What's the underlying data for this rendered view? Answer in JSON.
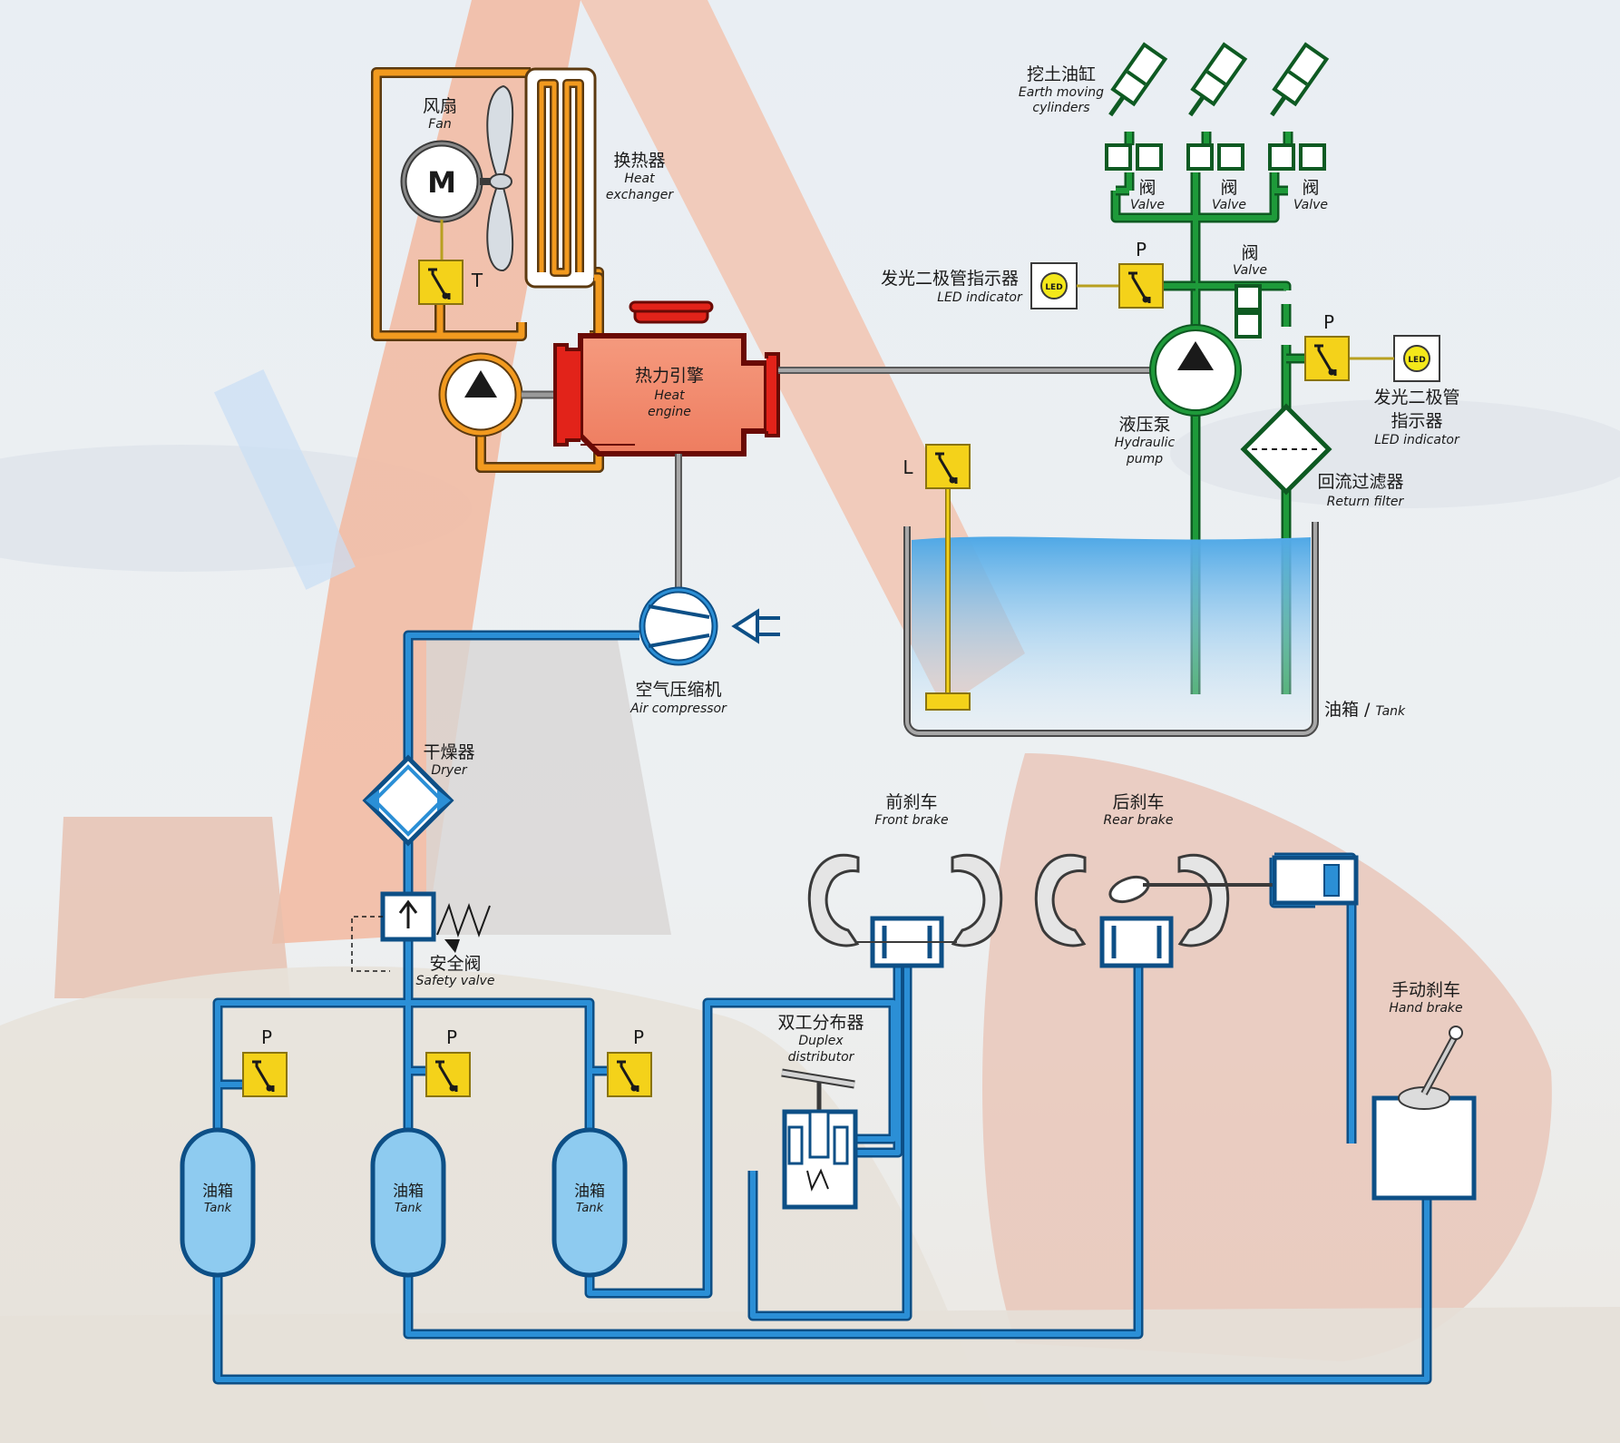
{
  "colors": {
    "orange": "#f29a1f",
    "blue": "#2b8fd6",
    "green": "#1e9a3a",
    "red": "#e2231a",
    "engine_fill": "#f08a6f",
    "gray": "#8a8a8a",
    "yellow": "#f4d21a",
    "tank_fill": "#8ecbf0",
    "water": "#5aaee6"
  },
  "labels": {
    "fan_zh": "风扇",
    "fan_en": "Fan",
    "motor": "M",
    "heat_exchanger_zh": "换热器",
    "heat_exchanger_en1": "Heat",
    "heat_exchanger_en2": "exchanger",
    "thermo_tag": "T",
    "engine_zh": "热力引擎",
    "engine_en1": "Heat",
    "engine_en2": "engine",
    "cylinders_zh": "挖土油缸",
    "cylinders_en1": "Earth moving",
    "cylinders_en2": "cylinders",
    "valve_zh": "阀",
    "valve_en": "Valve",
    "p_tag": "P",
    "led_left_zh": "发光二极管指示器",
    "led_left_en": "LED indicator",
    "led_badge": "LED",
    "led_right_zh1": "发光二极管",
    "led_right_zh2": "指示器",
    "led_right_en": "LED indicator",
    "pump_zh": "液压泵",
    "pump_en1": "Hydraulic",
    "pump_en2": "pump",
    "filter_zh": "回流过滤器",
    "filter_en": "Return filter",
    "level_tag": "L",
    "oil_tank_zh": "油箱",
    "oil_tank_sep": " / ",
    "oil_tank_en": "Tank",
    "compressor_zh": "空气压缩机",
    "compressor_en": "Air compressor",
    "dryer_zh": "干燥器",
    "dryer_en": "Dryer",
    "safety_zh": "安全阀",
    "safety_en": "Safety valve",
    "front_brake_zh": "前刹车",
    "front_brake_en": "Front brake",
    "rear_brake_zh": "后刹车",
    "rear_brake_en": "Rear brake",
    "duplex_zh": "双工分布器",
    "duplex_en1": "Duplex",
    "duplex_en2": "distributor",
    "hand_brake_zh": "手动刹车",
    "hand_brake_en": "Hand brake",
    "tank_zh": "油箱",
    "tank_en": "Tank"
  }
}
